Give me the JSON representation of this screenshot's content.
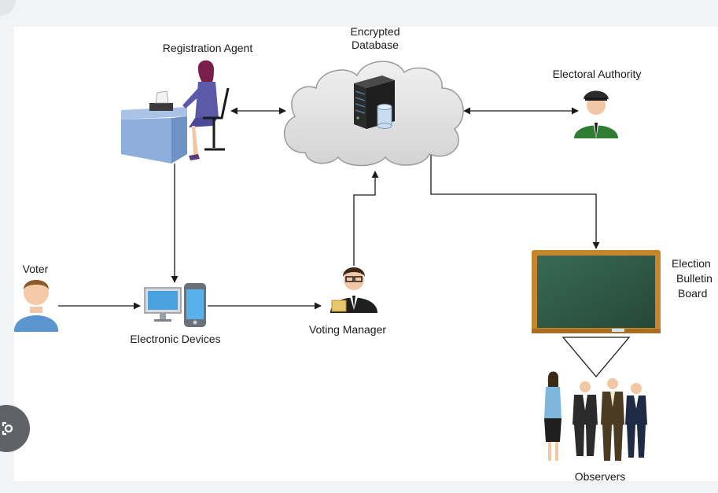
{
  "nodes": {
    "registration_agent": "Registration Agent",
    "database_line1": "Encrypted",
    "database_line2": "Database",
    "electoral_authority": "Electoral Authority",
    "voter": "Voter",
    "electronic_devices": "Electronic Devices",
    "voting_manager": "Voting Manager",
    "bulletin_line1": "Election",
    "bulletin_line2": "Bulletin",
    "bulletin_line3": "Board",
    "observers": "Observers"
  },
  "icons": {
    "lens": "lens-search-icon"
  },
  "colors": {
    "board_green": "#2f5546",
    "board_frame": "#c8862c",
    "cloud_fill": "#e2e2e2",
    "cloud_stroke": "#9a9a9a",
    "arrow": "#1a1a1a",
    "page_bg": "#f1f3f4"
  }
}
